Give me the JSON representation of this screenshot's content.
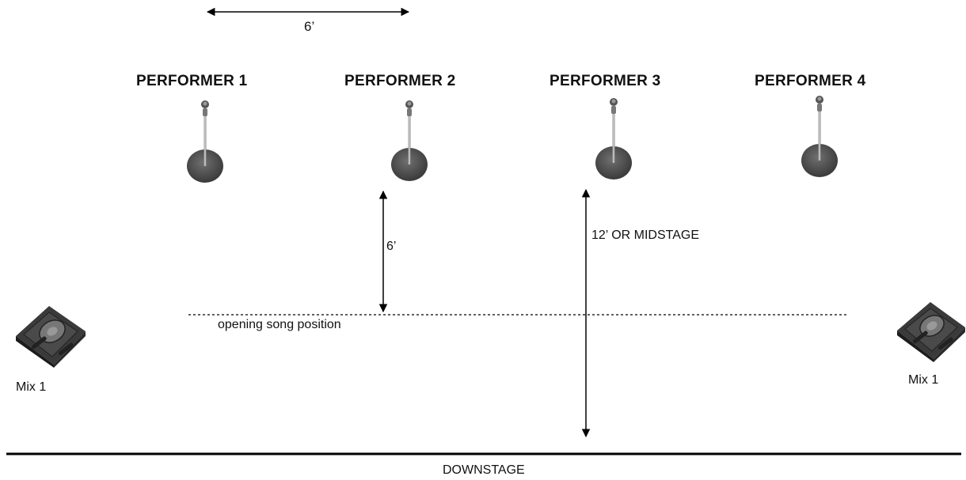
{
  "performers": [
    {
      "label": "PERFORMER 1"
    },
    {
      "label": "PERFORMER 2"
    },
    {
      "label": "PERFORMER 3"
    },
    {
      "label": "PERFORMER 4"
    }
  ],
  "dimensions": {
    "horizontal_spacing": "6’",
    "vertical_spacing": "6’",
    "midstage": "12’ OR MIDSTAGE"
  },
  "opening_line_label": "opening song position",
  "monitors": {
    "left_label": "Mix 1",
    "right_label": "Mix 1"
  },
  "downstage_label": "DOWNSTAGE",
  "icons": [
    "microphone-stand-icon",
    "floor-monitor-icon",
    "double-arrow-icon"
  ]
}
